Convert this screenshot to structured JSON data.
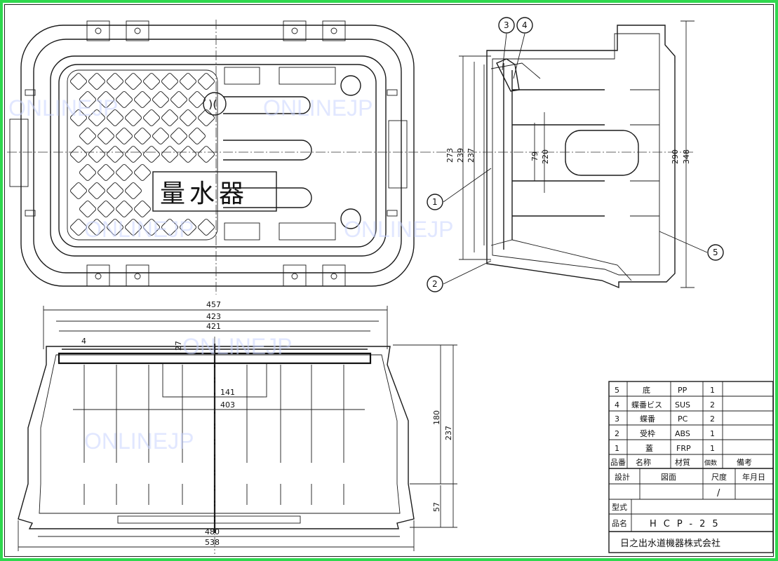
{
  "cover_label": "量水器",
  "watermark": "ONLINEJP",
  "dimensions": {
    "top_width_457": "457",
    "top_width_423": "423",
    "top_width_421": "421",
    "inner_141": "141",
    "inner_403": "403",
    "bottom_480": "480",
    "bottom_538": "538",
    "height_180": "180",
    "height_237": "237",
    "height_57": "57",
    "small_4": "4",
    "small_27": "27",
    "side_273": "273",
    "side_239": "239",
    "side_237": "237",
    "side_79": "79",
    "side_220": "220",
    "side_290": "290",
    "side_348": "348"
  },
  "balloons": [
    "1",
    "2",
    "3",
    "4",
    "5"
  ],
  "parts_table": {
    "rows": [
      {
        "no": "5",
        "name": "底",
        "material": "PP",
        "qty": "1",
        "remark": ""
      },
      {
        "no": "4",
        "name": "蝶番ビス",
        "material": "SUS",
        "qty": "2",
        "remark": ""
      },
      {
        "no": "3",
        "name": "蝶番",
        "material": "PC",
        "qty": "2",
        "remark": ""
      },
      {
        "no": "2",
        "name": "受枠",
        "material": "ABS",
        "qty": "1",
        "remark": ""
      },
      {
        "no": "1",
        "name": "蓋",
        "material": "FRP",
        "qty": "1",
        "remark": ""
      }
    ],
    "header": {
      "no": "品番",
      "name": "名称",
      "material": "材質",
      "qty": "個数",
      "remark": "備考"
    },
    "sign": {
      "design": "設計",
      "drawing": "図面",
      "scale": "尺度",
      "date": "年月日",
      "scale_value": "/"
    },
    "model_label": "型式",
    "product_label": "品名",
    "product_value": "HCP-25",
    "company": "日之出水道機器株式会社"
  }
}
